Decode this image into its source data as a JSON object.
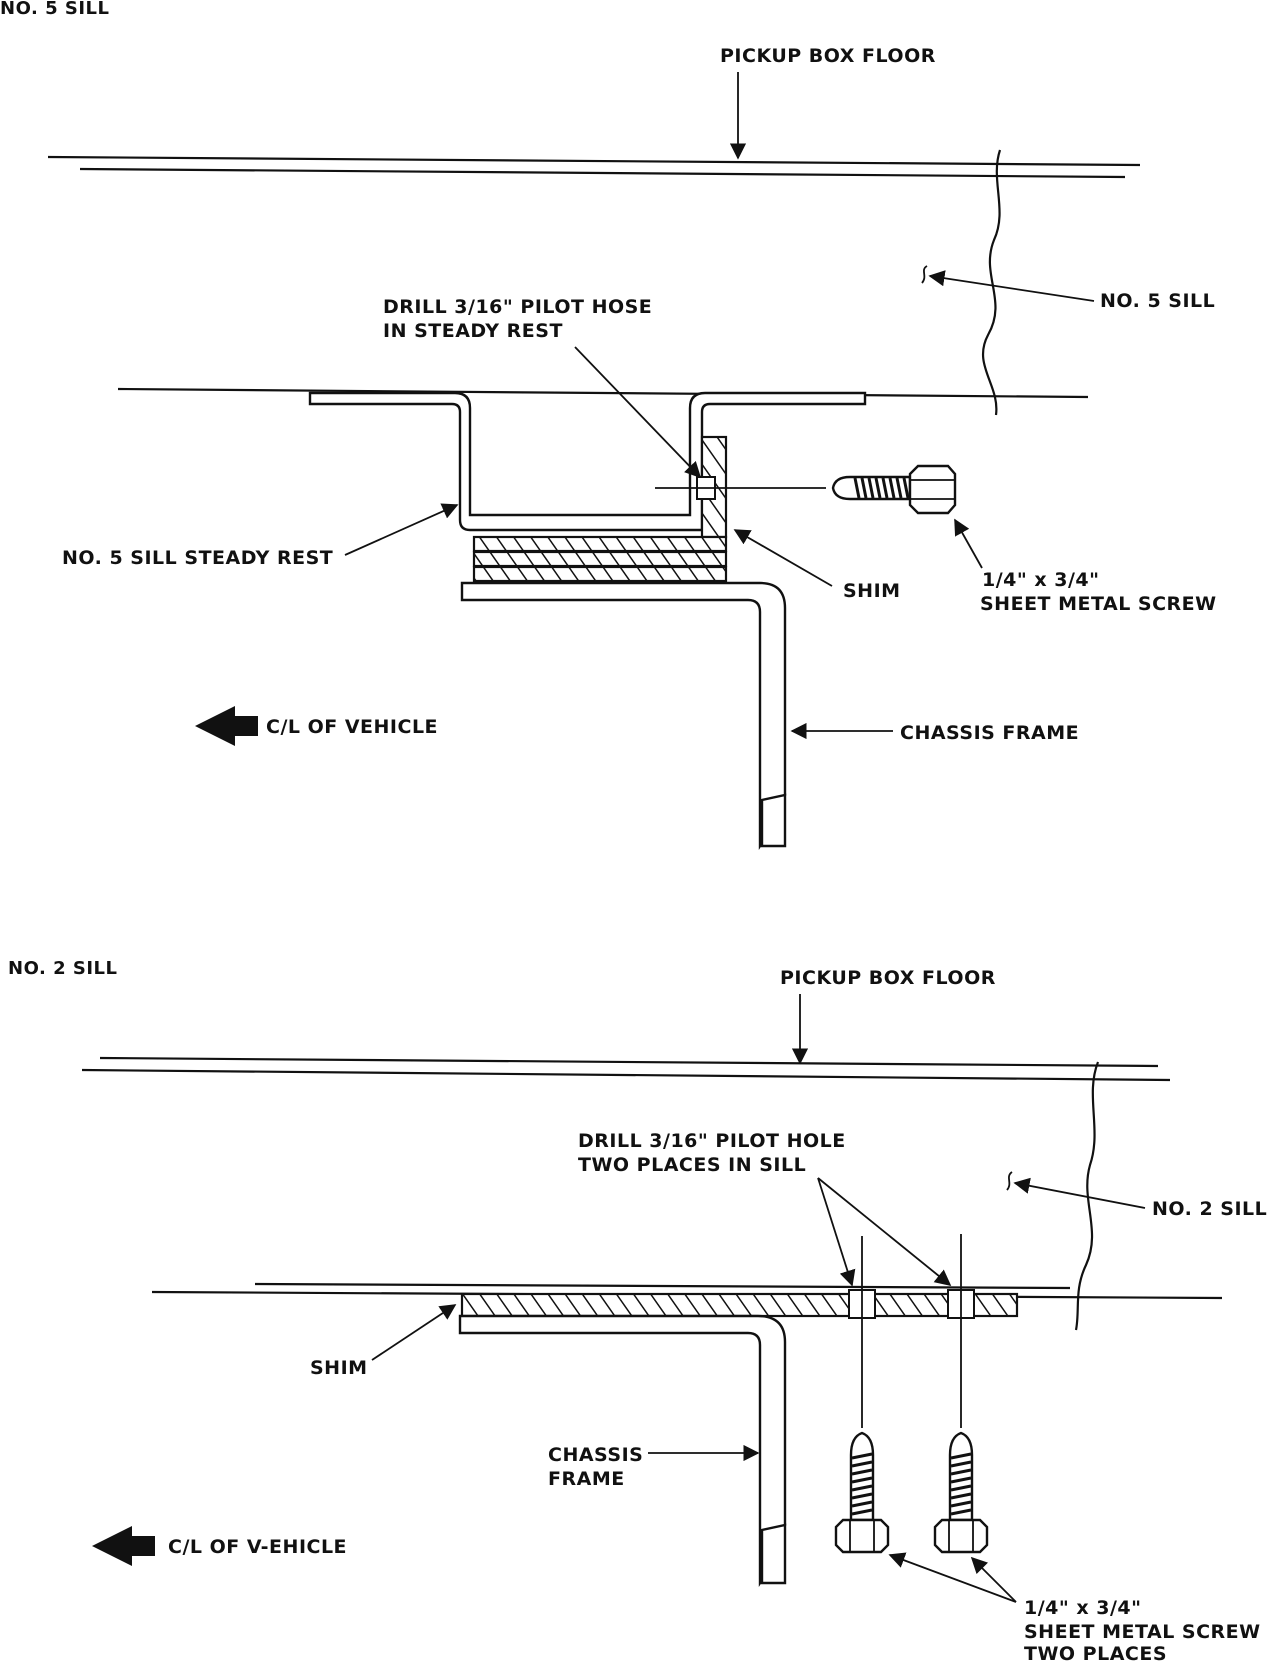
{
  "colors": {
    "ink": "#111111",
    "paper": "#ffffff"
  },
  "diagram_top": {
    "title": "NO. 5 SILL",
    "pickup_box_floor": "PICKUP BOX FLOOR",
    "sill_label": "NO. 5 SILL",
    "drill_line1": "DRILL 3/16\" PILOT HOSE",
    "drill_line2": "IN STEADY REST",
    "steady_rest": "NO. 5 SILL STEADY REST",
    "shim": "SHIM",
    "screw_line1": "1/4\" x 3/4\"",
    "screw_line2": "SHEET METAL SCREW",
    "centerline": "C/L OF VEHICLE",
    "chassis_frame": "CHASSIS FRAME"
  },
  "diagram_bottom": {
    "title": "NO. 2 SILL",
    "pickup_box_floor": "PICKUP BOX FLOOR",
    "drill_line1": "DRILL 3/16\" PILOT HOLE",
    "drill_line2": "TWO PLACES IN SILL",
    "sill_label": "NO. 2 SILL",
    "shim": "SHIM",
    "chassis_line1": "CHASSIS",
    "chassis_line2": "FRAME",
    "centerline": "C/L OF V-EHICLE",
    "screw_line1": "1/4\" x 3/4\"",
    "screw_line2": "SHEET METAL SCREW",
    "screw_line3": "TWO PLACES"
  }
}
